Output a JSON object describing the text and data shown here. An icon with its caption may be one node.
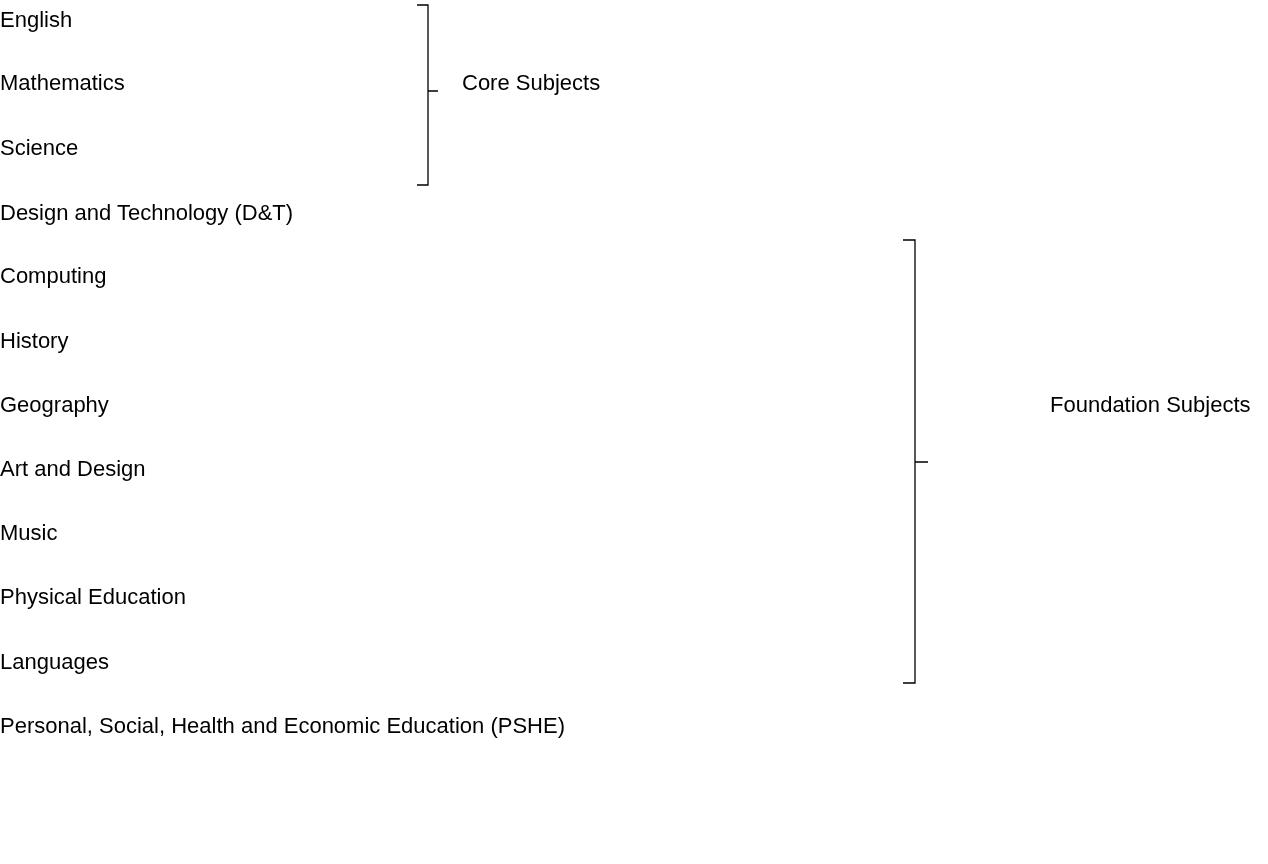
{
  "diagram": {
    "labels": [
      "English",
      "Mathematics",
      "Core Subjects",
      "Science",
      "Design and Technology (D&T)",
      "Computing",
      "History",
      "Geography",
      "Foundation Subjects",
      "Art and Design",
      "Music",
      "Physical Education",
      "Languages",
      "Personal, Social, Health and Economic Education (PSHE)"
    ]
  }
}
